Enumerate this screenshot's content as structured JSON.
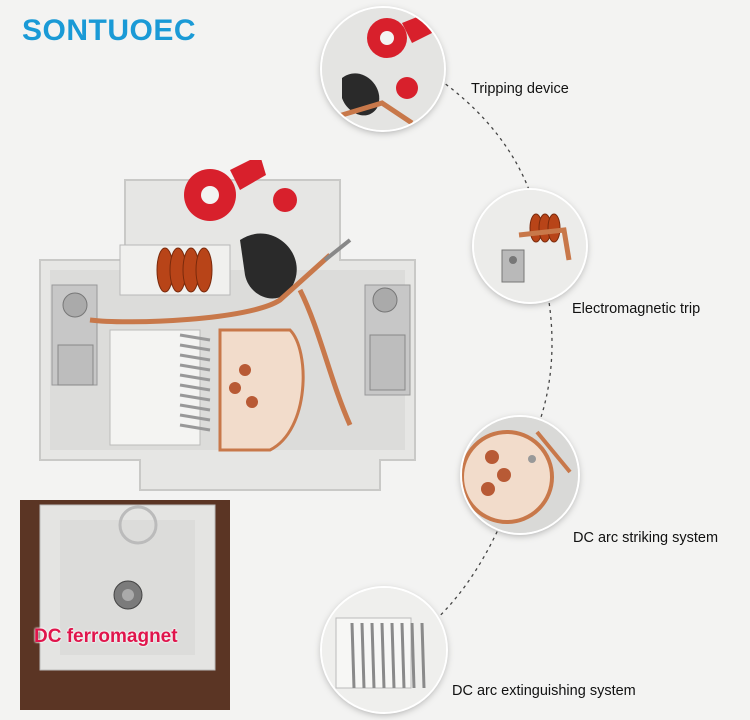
{
  "brand": {
    "name": "SONTUOEC",
    "color": "#1a9ad6"
  },
  "callouts": [
    {
      "label": "Tripping device"
    },
    {
      "label": "Electromagnetic trip"
    },
    {
      "label": "DC arc striking system"
    },
    {
      "label": "DC arc extinguishing system"
    }
  ],
  "inset": {
    "label": "DC ferromagnet",
    "label_color": "#e0154c"
  },
  "colors": {
    "housing": "#e6e6e4",
    "copper": "#c8784a",
    "red_knob": "#d8202c"
  }
}
